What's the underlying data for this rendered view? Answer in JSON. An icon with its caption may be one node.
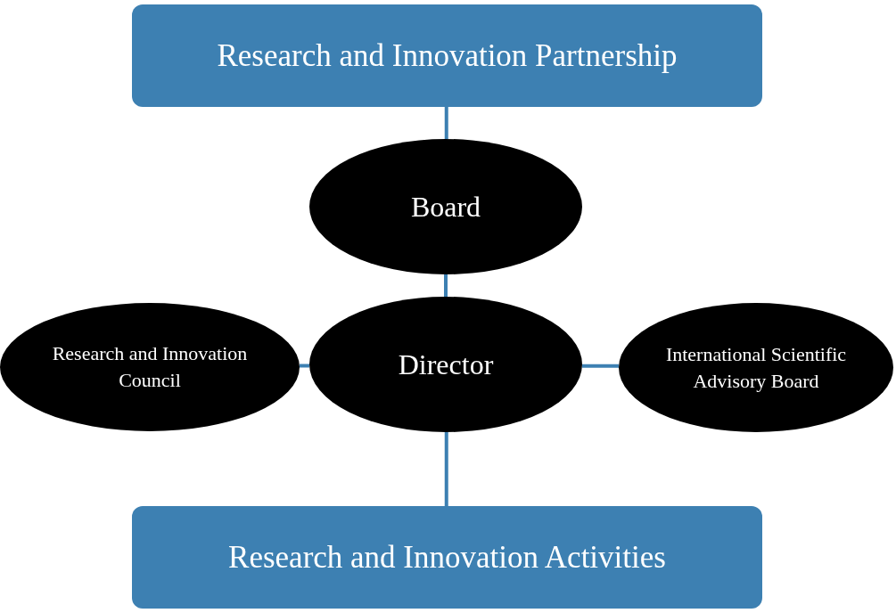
{
  "diagram": {
    "nodes": [
      {
        "text": [
          "Research and Innovation Partnership"
        ]
      },
      {
        "text": [
          "Board"
        ]
      },
      {
        "text": [
          "Research and Innovation Council"
        ]
      },
      {
        "text": [
          "Director"
        ]
      },
      {
        "text": [
          "International Scientific Advisory Board"
        ]
      },
      {
        "text": [
          "Research and Innovation Activities"
        ]
      }
    ],
    "edges": [
      {
        "from": 0,
        "to": 1,
        "arrow": "none"
      },
      {
        "from": 1,
        "to": 3,
        "arrow": "none"
      },
      {
        "from": 2,
        "to": 3,
        "arrow": "none"
      },
      {
        "from": 3,
        "to": 4,
        "arrow": "none"
      },
      {
        "from": 3,
        "to": 5,
        "arrow": "none"
      }
    ]
  }
}
